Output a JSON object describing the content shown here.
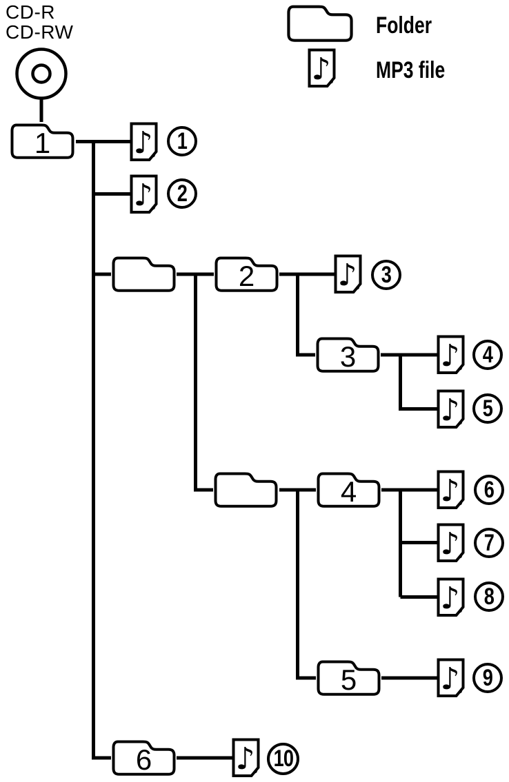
{
  "page": {
    "background": "#ffffff",
    "ink": "#000000"
  },
  "header": {
    "media_label_line1": "CD-R",
    "media_label_line2": "CD-RW"
  },
  "legend": {
    "folder": {
      "icon": "folder-icon",
      "label": "Folder"
    },
    "mp3": {
      "icon": "mp3-file-icon",
      "label": "MP3 file"
    }
  },
  "tree": {
    "source": {
      "icon": "cd-disc-icon"
    },
    "folders": [
      {
        "id": "folder-1",
        "label": "1",
        "parent": "disc"
      },
      {
        "id": "folder-a",
        "label": "",
        "parent": "folder-1"
      },
      {
        "id": "folder-2",
        "label": "2",
        "parent": "folder-a"
      },
      {
        "id": "folder-3",
        "label": "3",
        "parent": "folder-2"
      },
      {
        "id": "folder-b",
        "label": "",
        "parent": "folder-a"
      },
      {
        "id": "folder-4",
        "label": "4",
        "parent": "folder-b"
      },
      {
        "id": "folder-5",
        "label": "5",
        "parent": "folder-b"
      },
      {
        "id": "folder-6",
        "label": "6",
        "parent": "folder-1"
      }
    ],
    "files": [
      {
        "badge": "1",
        "parent": "folder-1"
      },
      {
        "badge": "2",
        "parent": "folder-1"
      },
      {
        "badge": "3",
        "parent": "folder-2"
      },
      {
        "badge": "4",
        "parent": "folder-3"
      },
      {
        "badge": "5",
        "parent": "folder-3"
      },
      {
        "badge": "6",
        "parent": "folder-4"
      },
      {
        "badge": "7",
        "parent": "folder-4"
      },
      {
        "badge": "8",
        "parent": "folder-4"
      },
      {
        "badge": "9",
        "parent": "folder-5"
      },
      {
        "badge": "10",
        "parent": "folder-6"
      }
    ]
  }
}
